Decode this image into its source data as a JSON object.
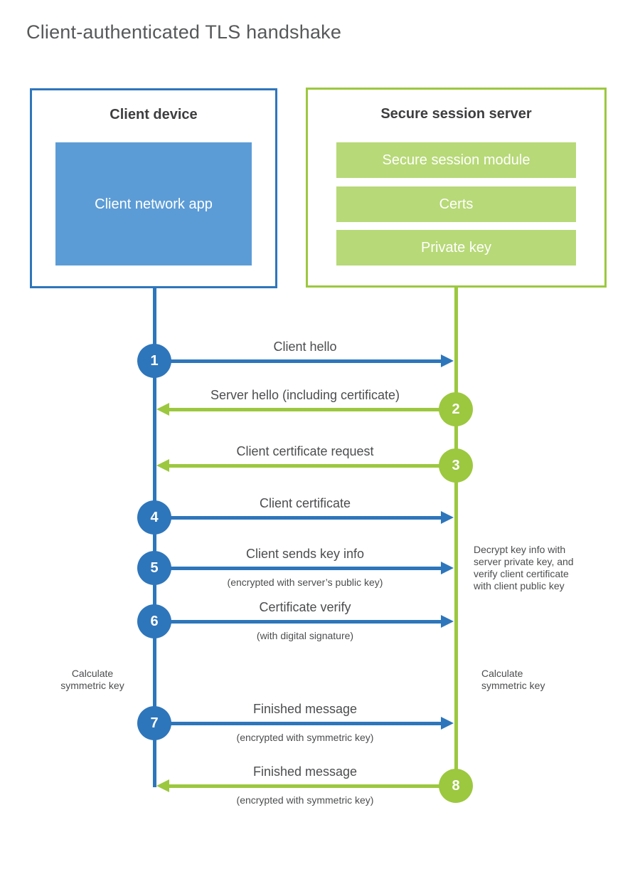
{
  "title": "Client-authenticated TLS handshake",
  "client": {
    "title": "Client device",
    "app_label": "Client network app"
  },
  "server": {
    "title": "Secure session server",
    "modules": [
      "Secure session module",
      "Certs",
      "Private key"
    ]
  },
  "messages": [
    {
      "num": "1",
      "label": "Client hello",
      "sub": "",
      "from": "client",
      "to": "server"
    },
    {
      "num": "2",
      "label": "Server hello (including certificate)",
      "sub": "",
      "from": "server",
      "to": "client"
    },
    {
      "num": "3",
      "label": "Client certificate request",
      "sub": "",
      "from": "server",
      "to": "client"
    },
    {
      "num": "4",
      "label": "Client certificate",
      "sub": "",
      "from": "client",
      "to": "server"
    },
    {
      "num": "5",
      "label": "Client sends key info",
      "sub": "(encrypted with server’s public key)",
      "from": "client",
      "to": "server"
    },
    {
      "num": "6",
      "label": "Certificate verify",
      "sub": "(with digital signature)",
      "from": "client",
      "to": "server"
    },
    {
      "num": "7",
      "label": "Finished message",
      "sub": "(encrypted with symmetric key)",
      "from": "client",
      "to": "server"
    },
    {
      "num": "8",
      "label": "Finished message",
      "sub": "(encrypted with symmetric key)",
      "from": "server",
      "to": "client"
    }
  ],
  "annotations": {
    "decrypt_note": "Decrypt key info with\nserver private key, and\nverify client certificate\nwith client public key",
    "calc_left": "Calculate\nsymmetric key",
    "calc_right": "Calculate\nsymmetric key"
  },
  "colors": {
    "blue": "#2e76bb",
    "blue-fill": "#5c9cd6",
    "green": "#9cc83f",
    "green-fill": "#b7d977",
    "text": "#4c4d4f",
    "heading": "#3e3e40",
    "title": "#57585a"
  }
}
